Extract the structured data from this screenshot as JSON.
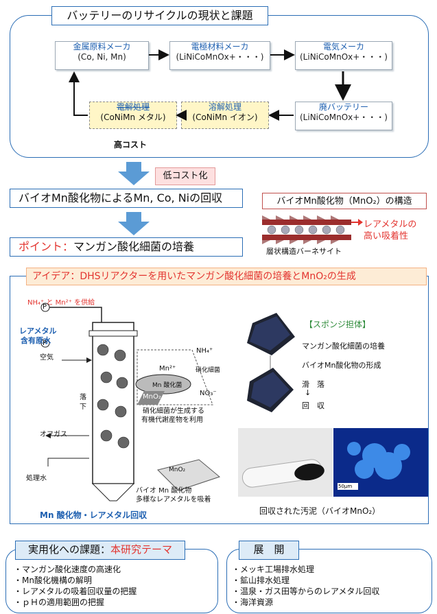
{
  "top": {
    "title": "バッテリーのリサイクルの現状と課題",
    "boxes": {
      "raw": {
        "title": "金属原料メーカ",
        "sub": "(Co, Ni, Mn)"
      },
      "electrode": {
        "title": "電極材料メーカ",
        "sub": "(LiNiCoMnOx+・・・)"
      },
      "electric": {
        "title": "電気メーカ",
        "sub": "(LiNiCoMnOx+・・・)"
      },
      "waste": {
        "title": "廃バッテリー",
        "sub": "(LiNiCoMnOx+・・・)"
      },
      "dissolve": {
        "title": "溶解処理",
        "sub": "(CoNiMn イオン)"
      },
      "electrolysis": {
        "title": "電解処理",
        "sub": "(CoNiMn メタル)"
      }
    },
    "high_cost": "高コスト"
  },
  "lowcost_label": "低コスト化",
  "recovery_bar": "バイオMn酸化物によるMn, Co, Niの回収",
  "point_bar": {
    "prefix": "ポイント",
    "sep": "：",
    "text": "マンガン酸化細菌の培養"
  },
  "structure": {
    "title": "バイオMn酸化物（MnO₂）の構造",
    "label_rare_1": "レアメタルの",
    "label_rare_2": "高い吸着性",
    "mineral": "層状構造バーネサイト"
  },
  "idea": {
    "prefix": "アイデア",
    "sep": "：",
    "text": "DHSリアクターを用いたマンガン酸化細菌の培養とMnO₂の生成"
  },
  "reactor": {
    "supply": "NH₄⁺ と Mn²⁺ を供給",
    "pump": "P",
    "raw_water_1": "レアメタル",
    "raw_water_2": "含有原水",
    "air": "空気",
    "fall_1": "落",
    "fall_2": "下",
    "offgas": "オフガス",
    "treated": "処理水",
    "mn2": "Mn²⁺",
    "nh4": "NH₄⁺",
    "mn_bacteria": "Mn 酸化菌",
    "nitrifier": "硝化細菌",
    "mno2": "MnO₂",
    "no3": "NO₃⁻",
    "caption_1": "硝化細菌が生成する",
    "caption_2": "有機代謝産物を利用",
    "bio_1": "バイオ Mn 酸化物",
    "bio_2": "多様なレアメタルを吸着",
    "footer": "Mn 酸化物・レアメタル回収"
  },
  "sponge": {
    "title": "【スポンジ担体】",
    "item1": "マンガン酸化細菌の培養",
    "item2": "バイオMn酸化物の形成",
    "fall": "滑　落",
    "arrow": "↓",
    "recover": "回　収"
  },
  "sludge_caption": "回収された汚泥（バイオMnO₂）",
  "micro_scale": "50μm",
  "issues": {
    "title_prefix": "実用化への課題",
    "sep": "：",
    "title_red": "本研究テーマ",
    "items": [
      "マンガン酸化速度の高速化",
      "Mn酸化機構の解明",
      "レアメタルの吸着回収量の把握",
      "ｐＨの適用範囲の把握"
    ]
  },
  "develop": {
    "title": "展　開",
    "items": [
      "メッキ工場排水処理",
      "鉱山排水処理",
      "温泉・ガス田等からのレアメタル回収",
      "海洋資源"
    ]
  },
  "colors": {
    "accent": "#2a6db5",
    "red": "#e3342f",
    "yellow": "#fff6c7"
  }
}
